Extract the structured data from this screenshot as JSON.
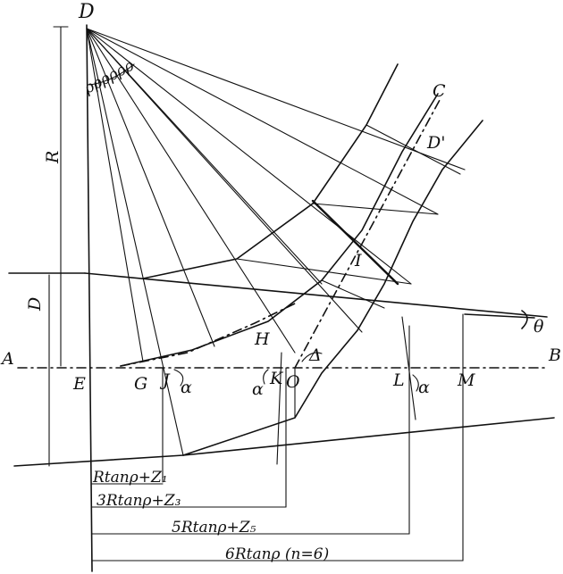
{
  "diagram": {
    "points": {
      "D": "D",
      "C": "C",
      "D_prime": "D'",
      "A": "A",
      "B": "B",
      "E": "E",
      "G": "G",
      "J": "J",
      "K": "K",
      "O": "O",
      "L": "L",
      "M": "M",
      "H": "H",
      "I": "I"
    },
    "angles": {
      "theta": "θ",
      "delta": "Δ",
      "alpha": "α",
      "rho_marks": "ρρρρρρ"
    },
    "dimensions": {
      "R": "R",
      "D": "D",
      "dim1": "Rtanρ+Z₁",
      "dim2": "3Rtanρ+Z₃",
      "dim3": "5Rtanρ+Z₅",
      "dim4": "6Rtanρ (n=6)"
    }
  }
}
